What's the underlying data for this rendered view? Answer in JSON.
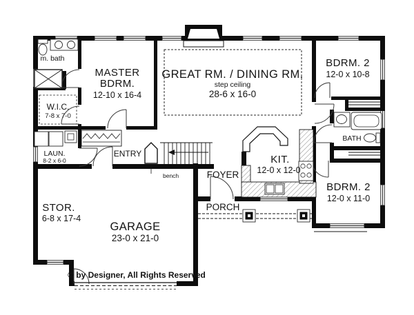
{
  "title": "ranch-house-first-floor-plan",
  "colors": {
    "wall": "#0d0d0d",
    "background": "#ffffff",
    "text": "#151515"
  },
  "rooms": {
    "master_bath": {
      "label": "m. bath"
    },
    "master_bedroom": {
      "line1": "MASTER",
      "line2": "BDRM.",
      "dims": "12-10 x 16-4"
    },
    "wic": {
      "label": "W.I.C.",
      "dims": "7-8 x 7-0"
    },
    "great_room": {
      "label": "GREAT RM. / DINING RM.",
      "note": "step ceiling",
      "dims": "28-6 x 16-0"
    },
    "bedroom2_top": {
      "label": "BDRM. 2",
      "dims": "12-0 x 10-8"
    },
    "bath": {
      "label": "BATH"
    },
    "bedroom2_bottom": {
      "label": "BDRM. 2",
      "dims": "12-0 x 11-0"
    },
    "kitchen": {
      "label": "KIT.",
      "dims": "12-0 x 12-0"
    },
    "laundry": {
      "label": "LAUN.",
      "dims": "8-2 x 6-0"
    },
    "entry": {
      "label": "ENTRY"
    },
    "foyer": {
      "label": "FOYER"
    },
    "porch": {
      "label": "PORCH"
    },
    "storage": {
      "label": "STOR.",
      "dims": "6-8 x 17-4"
    },
    "garage": {
      "label": "GARAGE",
      "dims": "23-0 x 21-0"
    }
  },
  "annotations": {
    "bench": "bench",
    "copyright": "© by Designer, All Rights Reserved"
  }
}
